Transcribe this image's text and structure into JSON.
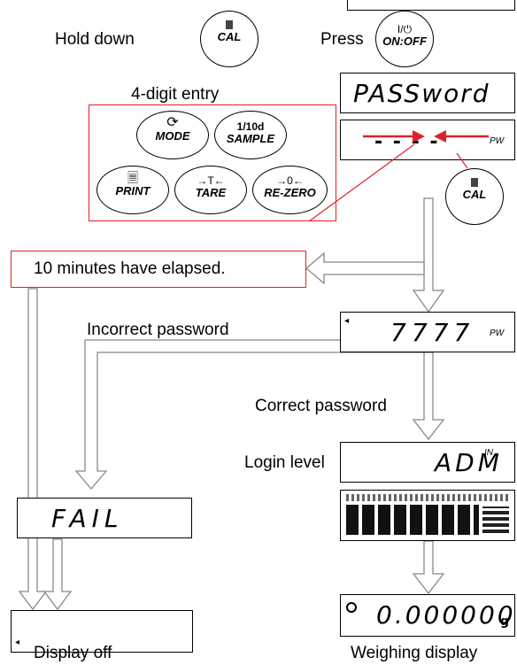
{
  "labels": {
    "hold_down": "Hold down",
    "press": "Press",
    "four_digit_entry": "4-digit entry",
    "ten_minutes": "10 minutes have elapsed.",
    "incorrect_password": "Incorrect password",
    "correct_password": "Correct password",
    "login_level": "Login level",
    "display_off": "Display off",
    "weighing_display": "Weighing display"
  },
  "buttons": {
    "cal": "CAL",
    "on_off_top": "I/⏻",
    "on_off": "ON:OFF",
    "mode": "MODE",
    "sample_top": "1/10d",
    "sample": "SAMPLE",
    "print": "PRINT",
    "tare_top": "→T←",
    "tare": "TARE",
    "rezero_top": "→0←",
    "rezero": "RE-ZERO"
  },
  "displays": {
    "password": "PASSword",
    "dashes": "- - - -",
    "pw": "PW",
    "entered": "7777",
    "adm": "ADM",
    "adm_sup": "IN",
    "fail": "FAIL",
    "weight": "0.000000",
    "unit": "g"
  },
  "colors": {
    "accent": "#e0202a",
    "arrow_fill": "#ffffff",
    "arrow_stroke": "#888888"
  }
}
